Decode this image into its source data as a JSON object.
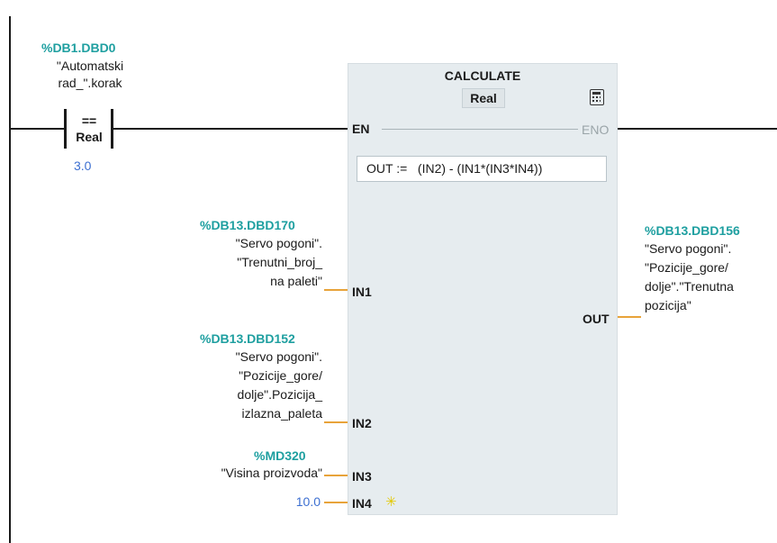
{
  "contact": {
    "address": "%DB1.DBD0",
    "symbol_line1": "\"Automatski",
    "symbol_line2": "rad_\".korak",
    "operator": "==",
    "type": "Real",
    "value": "3.0"
  },
  "block": {
    "title": "CALCULATE",
    "type": "Real",
    "en": "EN",
    "eno": "ENO",
    "formula": "OUT :=   (IN2) - (IN1*(IN3*IN4))",
    "icon": "calculator-icon"
  },
  "in1": {
    "pin": "IN1",
    "address": "%DB13.DBD170",
    "line1": "\"Servo pogoni\".",
    "line2": "\"Trenutni_broj_",
    "line3": "na paleti\""
  },
  "in2": {
    "pin": "IN2",
    "address": "%DB13.DBD152",
    "line1": "\"Servo pogoni\".",
    "line2": "\"Pozicije_gore/",
    "line3": "dolje\".Pozicija_",
    "line4": "izlazna_paleta"
  },
  "in3": {
    "pin": "IN3",
    "address": "%MD320",
    "line1": "\"Visina proizvoda\""
  },
  "in4": {
    "pin": "IN4",
    "value": "10.0",
    "icon": "add-input-star-icon"
  },
  "out": {
    "pin": "OUT",
    "address": "%DB13.DBD156",
    "line1": "\"Servo pogoni\".",
    "line2": "\"Pozicije_gore/",
    "line3": "dolje\".\"Trenutna",
    "line4": "pozicija\""
  },
  "colors": {
    "address": "#1e9fa0",
    "constant": "#3c6fd1",
    "wire": "#e8a33a",
    "block_bg": "#e6ecef"
  }
}
